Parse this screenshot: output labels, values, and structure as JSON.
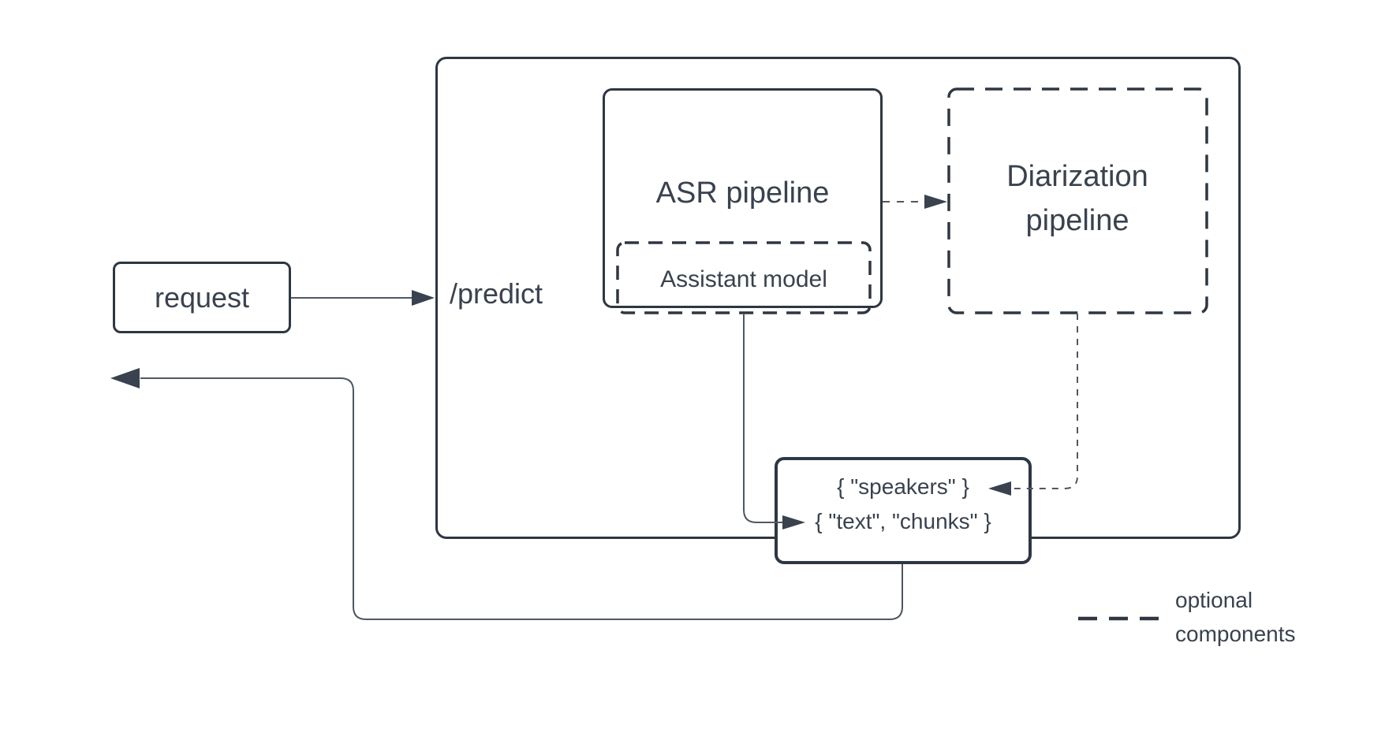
{
  "diagram": {
    "request": {
      "label": "request"
    },
    "predict": {
      "label": "/predict"
    },
    "asr": {
      "label": "ASR pipeline"
    },
    "assistant": {
      "label": "Assistant model"
    },
    "diarization": {
      "label": "Diarization pipeline"
    },
    "output": {
      "speakers": "{ \"speakers\" }",
      "text_chunks": "{ \"text\", \"chunks\" }"
    },
    "legend": {
      "label": "optional components"
    },
    "colors": {
      "stroke": "#2e3742",
      "text": "#39424e",
      "connector": "#4e5861",
      "background": "#ffffff"
    }
  }
}
